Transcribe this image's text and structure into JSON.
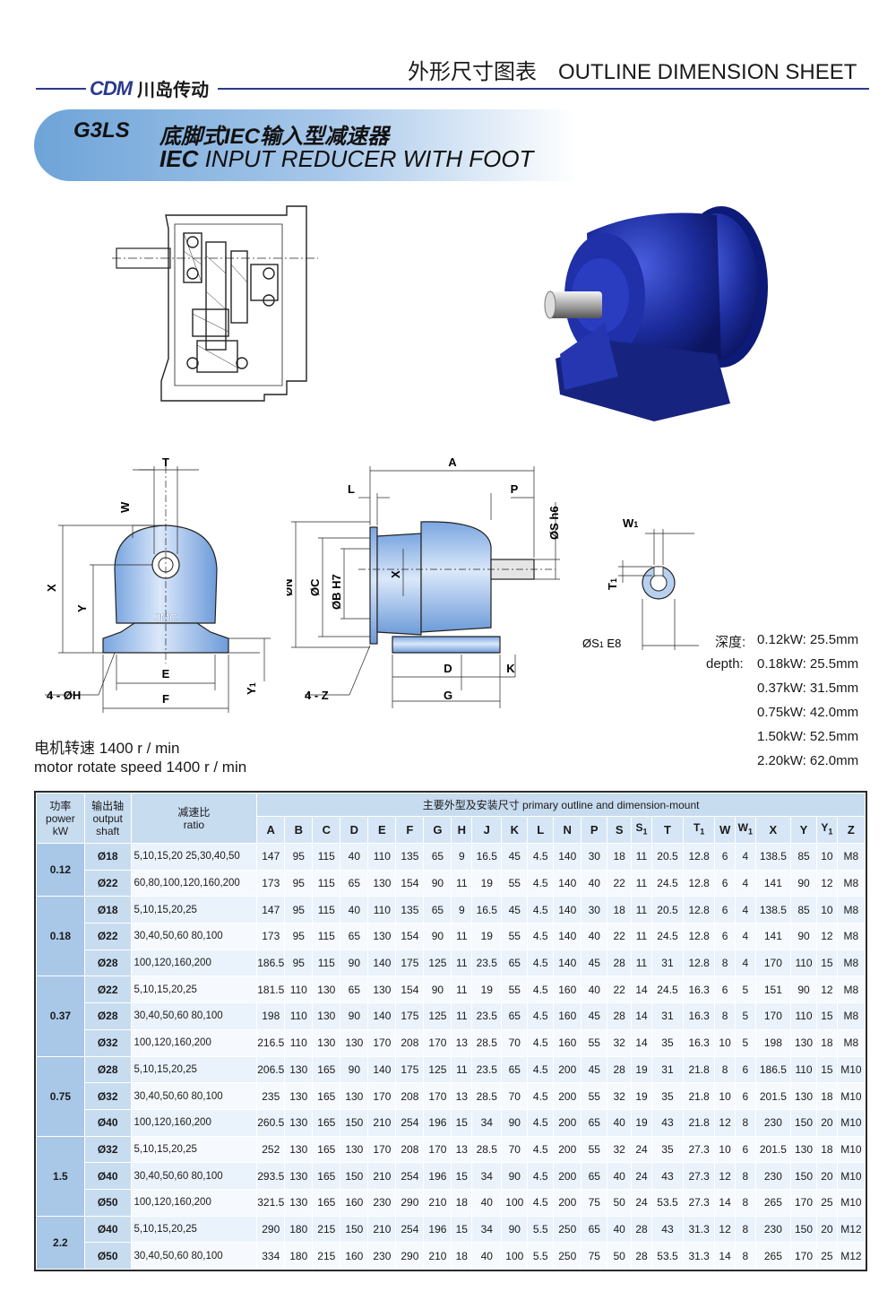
{
  "header": {
    "title_cn": "外形尺寸图表",
    "title_en": "OUTLINE DIMENSION SHEET",
    "brand_logo": "CDM",
    "brand_name": "川岛传动"
  },
  "banner": {
    "model": "G3LS",
    "title_cn": "底脚式IEC输入型减速器",
    "title_en_bold": "IEC",
    "title_en_rest": " INPUT REDUCER WITH FOOT"
  },
  "drawing_labels": {
    "front": {
      "T": "T",
      "W": "W",
      "X": "X",
      "Y": "Y",
      "Y1": "Y",
      "Y1_sub": "1",
      "E": "E",
      "F": "F",
      "H": "4 - ØH",
      "logo": "JMC"
    },
    "side": {
      "A": "A",
      "L": "L",
      "P": "P",
      "S": "ØS h6",
      "N": "ØN",
      "C": "ØC",
      "B": "ØB H7",
      "X": "X",
      "D": "D",
      "K": "K",
      "G": "G",
      "Z": "4 - Z"
    },
    "key": {
      "W1": "W",
      "W1_sub": "1",
      "T1": "T",
      "T1_sub": "1",
      "S1": "ØS",
      "S1_sub": "1",
      "S1_tol": " E8"
    }
  },
  "motor_speed": {
    "cn": "电机转速 1400 r / min",
    "en": "motor rotate speed 1400 r / min"
  },
  "depth": {
    "label_cn": "深度:",
    "label_en": "depth:",
    "rows": [
      "0.12kW: 25.5mm",
      "0.18kW: 25.5mm",
      "0.37kW: 31.5mm",
      "0.75kW: 42.0mm",
      "1.50kW: 52.5mm",
      "2.20kW: 62.0mm"
    ]
  },
  "table": {
    "head": {
      "power_cn": "功率",
      "power_en": "power",
      "power_unit": "kW",
      "shaft_cn": "输出轴",
      "shaft_en1": "output",
      "shaft_en2": "shaft",
      "ratio_cn": "减速比",
      "ratio_en": "ratio",
      "dims_title": "主要外型及安装尺寸  primary outline and dimension-mount"
    },
    "columns": [
      "A",
      "B",
      "C",
      "D",
      "E",
      "F",
      "G",
      "H",
      "J",
      "K",
      "L",
      "N",
      "P",
      "S",
      "S1",
      "T",
      "T1",
      "W",
      "W1",
      "X",
      "Y",
      "Y1",
      "Z"
    ],
    "groups": [
      {
        "power": "0.12",
        "rows": [
          {
            "shaft": "Ø18",
            "ratio": "5,10,15,20 25,30,40,50",
            "vals": [
              "147",
              "95",
              "115",
              "40",
              "110",
              "135",
              "65",
              "9",
              "16.5",
              "45",
              "4.5",
              "140",
              "30",
              "18",
              "11",
              "20.5",
              "12.8",
              "6",
              "4",
              "138.5",
              "85",
              "10",
              "M8"
            ]
          },
          {
            "shaft": "Ø22",
            "ratio": "60,80,100,120,160,200",
            "vals": [
              "173",
              "95",
              "115",
              "65",
              "130",
              "154",
              "90",
              "11",
              "19",
              "55",
              "4.5",
              "140",
              "40",
              "22",
              "11",
              "24.5",
              "12.8",
              "6",
              "4",
              "141",
              "90",
              "12",
              "M8"
            ]
          }
        ]
      },
      {
        "power": "0.18",
        "rows": [
          {
            "shaft": "Ø18",
            "ratio": "5,10,15,20,25",
            "vals": [
              "147",
              "95",
              "115",
              "40",
              "110",
              "135",
              "65",
              "9",
              "16.5",
              "45",
              "4.5",
              "140",
              "30",
              "18",
              "11",
              "20.5",
              "12.8",
              "6",
              "4",
              "138.5",
              "85",
              "10",
              "M8"
            ]
          },
          {
            "shaft": "Ø22",
            "ratio": "30,40,50,60 80,100",
            "vals": [
              "173",
              "95",
              "115",
              "65",
              "130",
              "154",
              "90",
              "11",
              "19",
              "55",
              "4.5",
              "140",
              "40",
              "22",
              "11",
              "24.5",
              "12.8",
              "6",
              "4",
              "141",
              "90",
              "12",
              "M8"
            ]
          },
          {
            "shaft": "Ø28",
            "ratio": "100,120,160,200",
            "vals": [
              "186.5",
              "95",
              "115",
              "90",
              "140",
              "175",
              "125",
              "11",
              "23.5",
              "65",
              "4.5",
              "140",
              "45",
              "28",
              "11",
              "31",
              "12.8",
              "8",
              "4",
              "170",
              "110",
              "15",
              "M8"
            ]
          }
        ]
      },
      {
        "power": "0.37",
        "rows": [
          {
            "shaft": "Ø22",
            "ratio": "5,10,15,20,25",
            "vals": [
              "181.5",
              "110",
              "130",
              "65",
              "130",
              "154",
              "90",
              "11",
              "19",
              "55",
              "4.5",
              "160",
              "40",
              "22",
              "14",
              "24.5",
              "16.3",
              "6",
              "5",
              "151",
              "90",
              "12",
              "M8"
            ]
          },
          {
            "shaft": "Ø28",
            "ratio": "30,40,50,60 80,100",
            "vals": [
              "198",
              "110",
              "130",
              "90",
              "140",
              "175",
              "125",
              "11",
              "23.5",
              "65",
              "4.5",
              "160",
              "45",
              "28",
              "14",
              "31",
              "16.3",
              "8",
              "5",
              "170",
              "110",
              "15",
              "M8"
            ]
          },
          {
            "shaft": "Ø32",
            "ratio": "100,120,160,200",
            "vals": [
              "216.5",
              "110",
              "130",
              "130",
              "170",
              "208",
              "170",
              "13",
              "28.5",
              "70",
              "4.5",
              "160",
              "55",
              "32",
              "14",
              "35",
              "16.3",
              "10",
              "5",
              "198",
              "130",
              "18",
              "M8"
            ]
          }
        ]
      },
      {
        "power": "0.75",
        "rows": [
          {
            "shaft": "Ø28",
            "ratio": "5,10,15,20,25",
            "vals": [
              "206.5",
              "130",
              "165",
              "90",
              "140",
              "175",
              "125",
              "11",
              "23.5",
              "65",
              "4.5",
              "200",
              "45",
              "28",
              "19",
              "31",
              "21.8",
              "8",
              "6",
              "186.5",
              "110",
              "15",
              "M10"
            ]
          },
          {
            "shaft": "Ø32",
            "ratio": "30,40,50,60 80,100",
            "vals": [
              "235",
              "130",
              "165",
              "130",
              "170",
              "208",
              "170",
              "13",
              "28.5",
              "70",
              "4.5",
              "200",
              "55",
              "32",
              "19",
              "35",
              "21.8",
              "10",
              "6",
              "201.5",
              "130",
              "18",
              "M10"
            ]
          },
          {
            "shaft": "Ø40",
            "ratio": "100,120,160,200",
            "vals": [
              "260.5",
              "130",
              "165",
              "150",
              "210",
              "254",
              "196",
              "15",
              "34",
              "90",
              "4.5",
              "200",
              "65",
              "40",
              "19",
              "43",
              "21.8",
              "12",
              "8",
              "230",
              "150",
              "20",
              "M10"
            ]
          }
        ]
      },
      {
        "power": "1.5",
        "rows": [
          {
            "shaft": "Ø32",
            "ratio": "5,10,15,20,25",
            "vals": [
              "252",
              "130",
              "165",
              "130",
              "170",
              "208",
              "170",
              "13",
              "28.5",
              "70",
              "4.5",
              "200",
              "55",
              "32",
              "24",
              "35",
              "27.3",
              "10",
              "6",
              "201.5",
              "130",
              "18",
              "M10"
            ]
          },
          {
            "shaft": "Ø40",
            "ratio": "30,40,50,60 80,100",
            "vals": [
              "293.5",
              "130",
              "165",
              "150",
              "210",
              "254",
              "196",
              "15",
              "34",
              "90",
              "4.5",
              "200",
              "65",
              "40",
              "24",
              "43",
              "27.3",
              "12",
              "8",
              "230",
              "150",
              "20",
              "M10"
            ]
          },
          {
            "shaft": "Ø50",
            "ratio": "100,120,160,200",
            "vals": [
              "321.5",
              "130",
              "165",
              "160",
              "230",
              "290",
              "210",
              "18",
              "40",
              "100",
              "4.5",
              "200",
              "75",
              "50",
              "24",
              "53.5",
              "27.3",
              "14",
              "8",
              "265",
              "170",
              "25",
              "M10"
            ]
          }
        ]
      },
      {
        "power": "2.2",
        "rows": [
          {
            "shaft": "Ø40",
            "ratio": "5,10,15,20,25",
            "vals": [
              "290",
              "180",
              "215",
              "150",
              "210",
              "254",
              "196",
              "15",
              "34",
              "90",
              "5.5",
              "250",
              "65",
              "40",
              "28",
              "43",
              "31.3",
              "12",
              "8",
              "230",
              "150",
              "20",
              "M12"
            ]
          },
          {
            "shaft": "Ø50",
            "ratio": "30,40,50,60 80,100",
            "vals": [
              "334",
              "180",
              "215",
              "160",
              "230",
              "290",
              "210",
              "18",
              "40",
              "100",
              "5.5",
              "250",
              "75",
              "50",
              "28",
              "53.5",
              "31.3",
              "14",
              "8",
              "265",
              "170",
              "25",
              "M12"
            ]
          }
        ]
      }
    ]
  }
}
